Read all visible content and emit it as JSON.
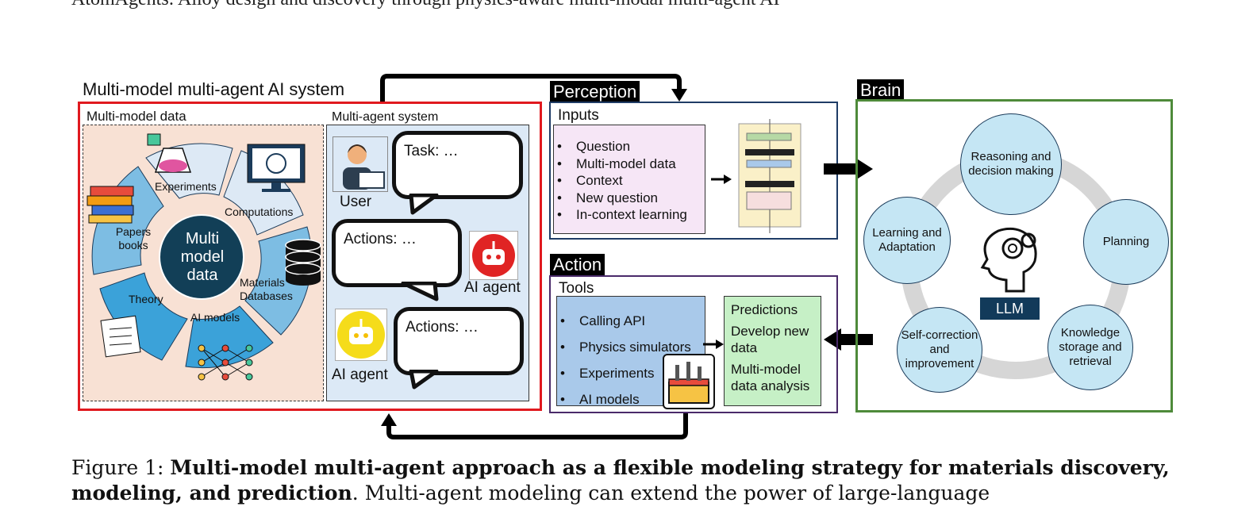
{
  "running_head": "AtomAgents: Alloy design and discovery through physics-aware multi-modal multi-agent AI",
  "system": {
    "title": "Multi-model multi-agent AI system",
    "data_label": "Multi-model data",
    "center_label": "Multi\nmodel\ndata",
    "wheel_segments": [
      "Experiments",
      "Computations",
      "Materials Databases",
      "AI models",
      "Theory",
      "Papers books"
    ],
    "agent_label": "Multi-agent system",
    "user_label": "User",
    "task_text": "Task: …",
    "actions_1": "Actions: …",
    "actions_2": "Actions: …",
    "ai_agent_1": "AI agent",
    "ai_agent_2": "AI agent"
  },
  "perception": {
    "tag": "Perception",
    "inputs_title": "Inputs",
    "inputs": [
      "Question",
      "Multi-model data",
      "Context",
      "New question",
      "In-context learning"
    ]
  },
  "action": {
    "tag": "Action",
    "tools_title": "Tools",
    "tools": [
      "Calling API",
      "Physics simulators",
      "Experiments",
      "AI models"
    ],
    "outputs": [
      "Predictions",
      "Develop new data",
      "Multi-model data analysis"
    ]
  },
  "brain": {
    "tag": "Brain",
    "nodes": [
      "Reasoning and decision making",
      "Planning",
      "Knowledge storage and retrieval",
      "Self-correction and improvement",
      "Learning and Adaptation"
    ],
    "center": "LLM"
  },
  "caption": {
    "prefix": "Figure 1: ",
    "bold": "Multi-model multi-agent approach as a flexible modeling strategy for materials discovery, modeling, and prediction",
    "rest": ". Multi-agent modeling can extend the power of large-language"
  },
  "colors": {
    "system_border": "#e0191f",
    "perception_border": "#1f3c66",
    "action_border": "#4a2a6a",
    "brain_border": "#4e8a3a",
    "node_fill": "#c5e6f4"
  }
}
